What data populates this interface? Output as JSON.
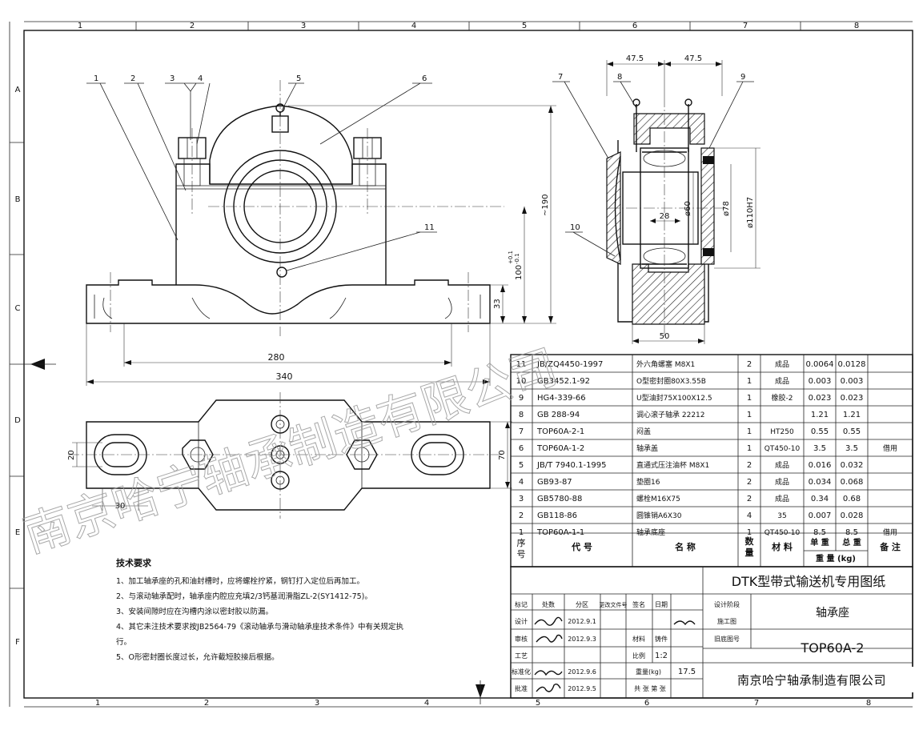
{
  "frame": {
    "columns_top": [
      "1",
      "2",
      "3",
      "4",
      "5",
      "6",
      "7",
      "8"
    ],
    "columns_bottom": [
      "1",
      "2",
      "3",
      "4",
      "5",
      "6",
      "7",
      "8"
    ],
    "rows": [
      "A",
      "B",
      "C",
      "D",
      "E",
      "F"
    ]
  },
  "front_view": {
    "leaders": [
      "1",
      "2",
      "3",
      "4",
      "5",
      "6",
      "11"
    ],
    "dims": {
      "height_total": "~190",
      "center_height": "100",
      "center_tol_upper": "+0.1",
      "center_tol_lower": "-0.1",
      "base_height": "33",
      "bolt_span": "280",
      "base_length": "340"
    }
  },
  "section_view": {
    "leaders": [
      "7",
      "8",
      "9",
      "10"
    ],
    "dims": {
      "half_left": "47.5",
      "half_right": "47.5",
      "inner": "28",
      "bore": "ø60",
      "shoulder": "ø78",
      "housing_bore": "ø110H7",
      "base_width": "50"
    }
  },
  "plan_view": {
    "dims": {
      "slot_width": "20",
      "width": "70",
      "slot_length": "30"
    }
  },
  "bom": {
    "header": {
      "no": "序\n号",
      "code": "代      号",
      "name": "名      称",
      "qty": "数\n量",
      "material": "材  料",
      "unit_weight": "单 重",
      "total_weight": "总 重",
      "weight_unit": "重 量 (kg)",
      "remark": "备 注"
    },
    "rows": [
      {
        "no": "11",
        "code": "JB/ZQ4450-1997",
        "name": "外六角螺塞 M8X1",
        "qty": "2",
        "material": "成品",
        "unit": "0.0064",
        "total": "0.0128",
        "remark": ""
      },
      {
        "no": "10",
        "code": "GB3452.1-92",
        "name": "O型密封圈80X3.55B",
        "qty": "1",
        "material": "成品",
        "unit": "0.003",
        "total": "0.003",
        "remark": ""
      },
      {
        "no": "9",
        "code": "HG4-339-66",
        "name": "U型油封75X100X12.5",
        "qty": "1",
        "material": "橡胶-2",
        "unit": "0.023",
        "total": "0.023",
        "remark": ""
      },
      {
        "no": "8",
        "code": "GB 288-94",
        "name": "调心滚子轴承 22212",
        "qty": "1",
        "material": "",
        "unit": "1.21",
        "total": "1.21",
        "remark": ""
      },
      {
        "no": "7",
        "code": "TOP60A-2-1",
        "name": "闷盖",
        "qty": "1",
        "material": "HT250",
        "unit": "0.55",
        "total": "0.55",
        "remark": ""
      },
      {
        "no": "6",
        "code": "TOP60A-1-2",
        "name": "轴承盖",
        "qty": "1",
        "material": "QT450-10",
        "unit": "3.5",
        "total": "3.5",
        "remark": "借用"
      },
      {
        "no": "5",
        "code": "JB/T 7940.1-1995",
        "name": "直通式压注油杯 M8X1",
        "qty": "2",
        "material": "成品",
        "unit": "0.016",
        "total": "0.032",
        "remark": ""
      },
      {
        "no": "4",
        "code": "GB93-87",
        "name": "垫圈16",
        "qty": "2",
        "material": "成品",
        "unit": "0.034",
        "total": "0.068",
        "remark": ""
      },
      {
        "no": "3",
        "code": "GB5780-88",
        "name": "螺栓M16X75",
        "qty": "2",
        "material": "成品",
        "unit": "0.34",
        "total": "0.68",
        "remark": ""
      },
      {
        "no": "2",
        "code": "GB118-86",
        "name": "圆锥销A6X30",
        "qty": "4",
        "material": "35",
        "unit": "0.007",
        "total": "0.028",
        "remark": ""
      },
      {
        "no": "1",
        "code": "TOP60A-1-1",
        "name": "轴承底座",
        "qty": "1",
        "material": "QT450-10",
        "unit": "8.5",
        "total": "8.5",
        "remark": "借用"
      }
    ]
  },
  "title_block": {
    "drawing_title": "DTK型带式输送机专用图纸",
    "part_name": "轴承座",
    "drawing_no": "TOP60A-2",
    "labels": {
      "mark": "标记",
      "count": "处数",
      "zone": "分区",
      "change_doc": "更改文件号",
      "signature": "签名",
      "date": "日期",
      "design": "设计",
      "review": "审核",
      "process": "工艺",
      "standard": "标准化",
      "approve": "批准",
      "design_stage": "设计阶段",
      "construction_drawing": "施工图",
      "material": "材料",
      "ductile": "铸件",
      "scale_label": "比例",
      "scale": "1:2",
      "weight_label": "重量(kg)",
      "weight": "17.5",
      "sheets_label": "共    张  第    张",
      "old_no": "旧底图号"
    },
    "dates": {
      "design": "2012.9.1",
      "review": "2012.9.3",
      "standard": "2012.9.6",
      "approve": "2012.9.5"
    }
  },
  "tech_requirements": {
    "heading": "技术要求",
    "items": [
      "1、加工轴承座的孔和油封槽时，应将螺栓拧紧，钢钉打入定位后再加工。",
      "2、与滚动轴承配时，轴承座内腔应充填2/3钙基润滑脂ZL-2(SY1412-75)。",
      "3、安装间隙时应在沟槽内涂以密封胶以防漏。",
      "4、其它未注技术要求按JB2564-79《滚动轴承与滑动轴承座技术条件》中有关规定执行。",
      "5、O形密封圈长度过长，允许截短胶接后根据。"
    ]
  },
  "watermark": {
    "text": "南京哈宁轴承制造有限公司"
  },
  "company_stamp": "南京哈宁轴承制造有限公司"
}
